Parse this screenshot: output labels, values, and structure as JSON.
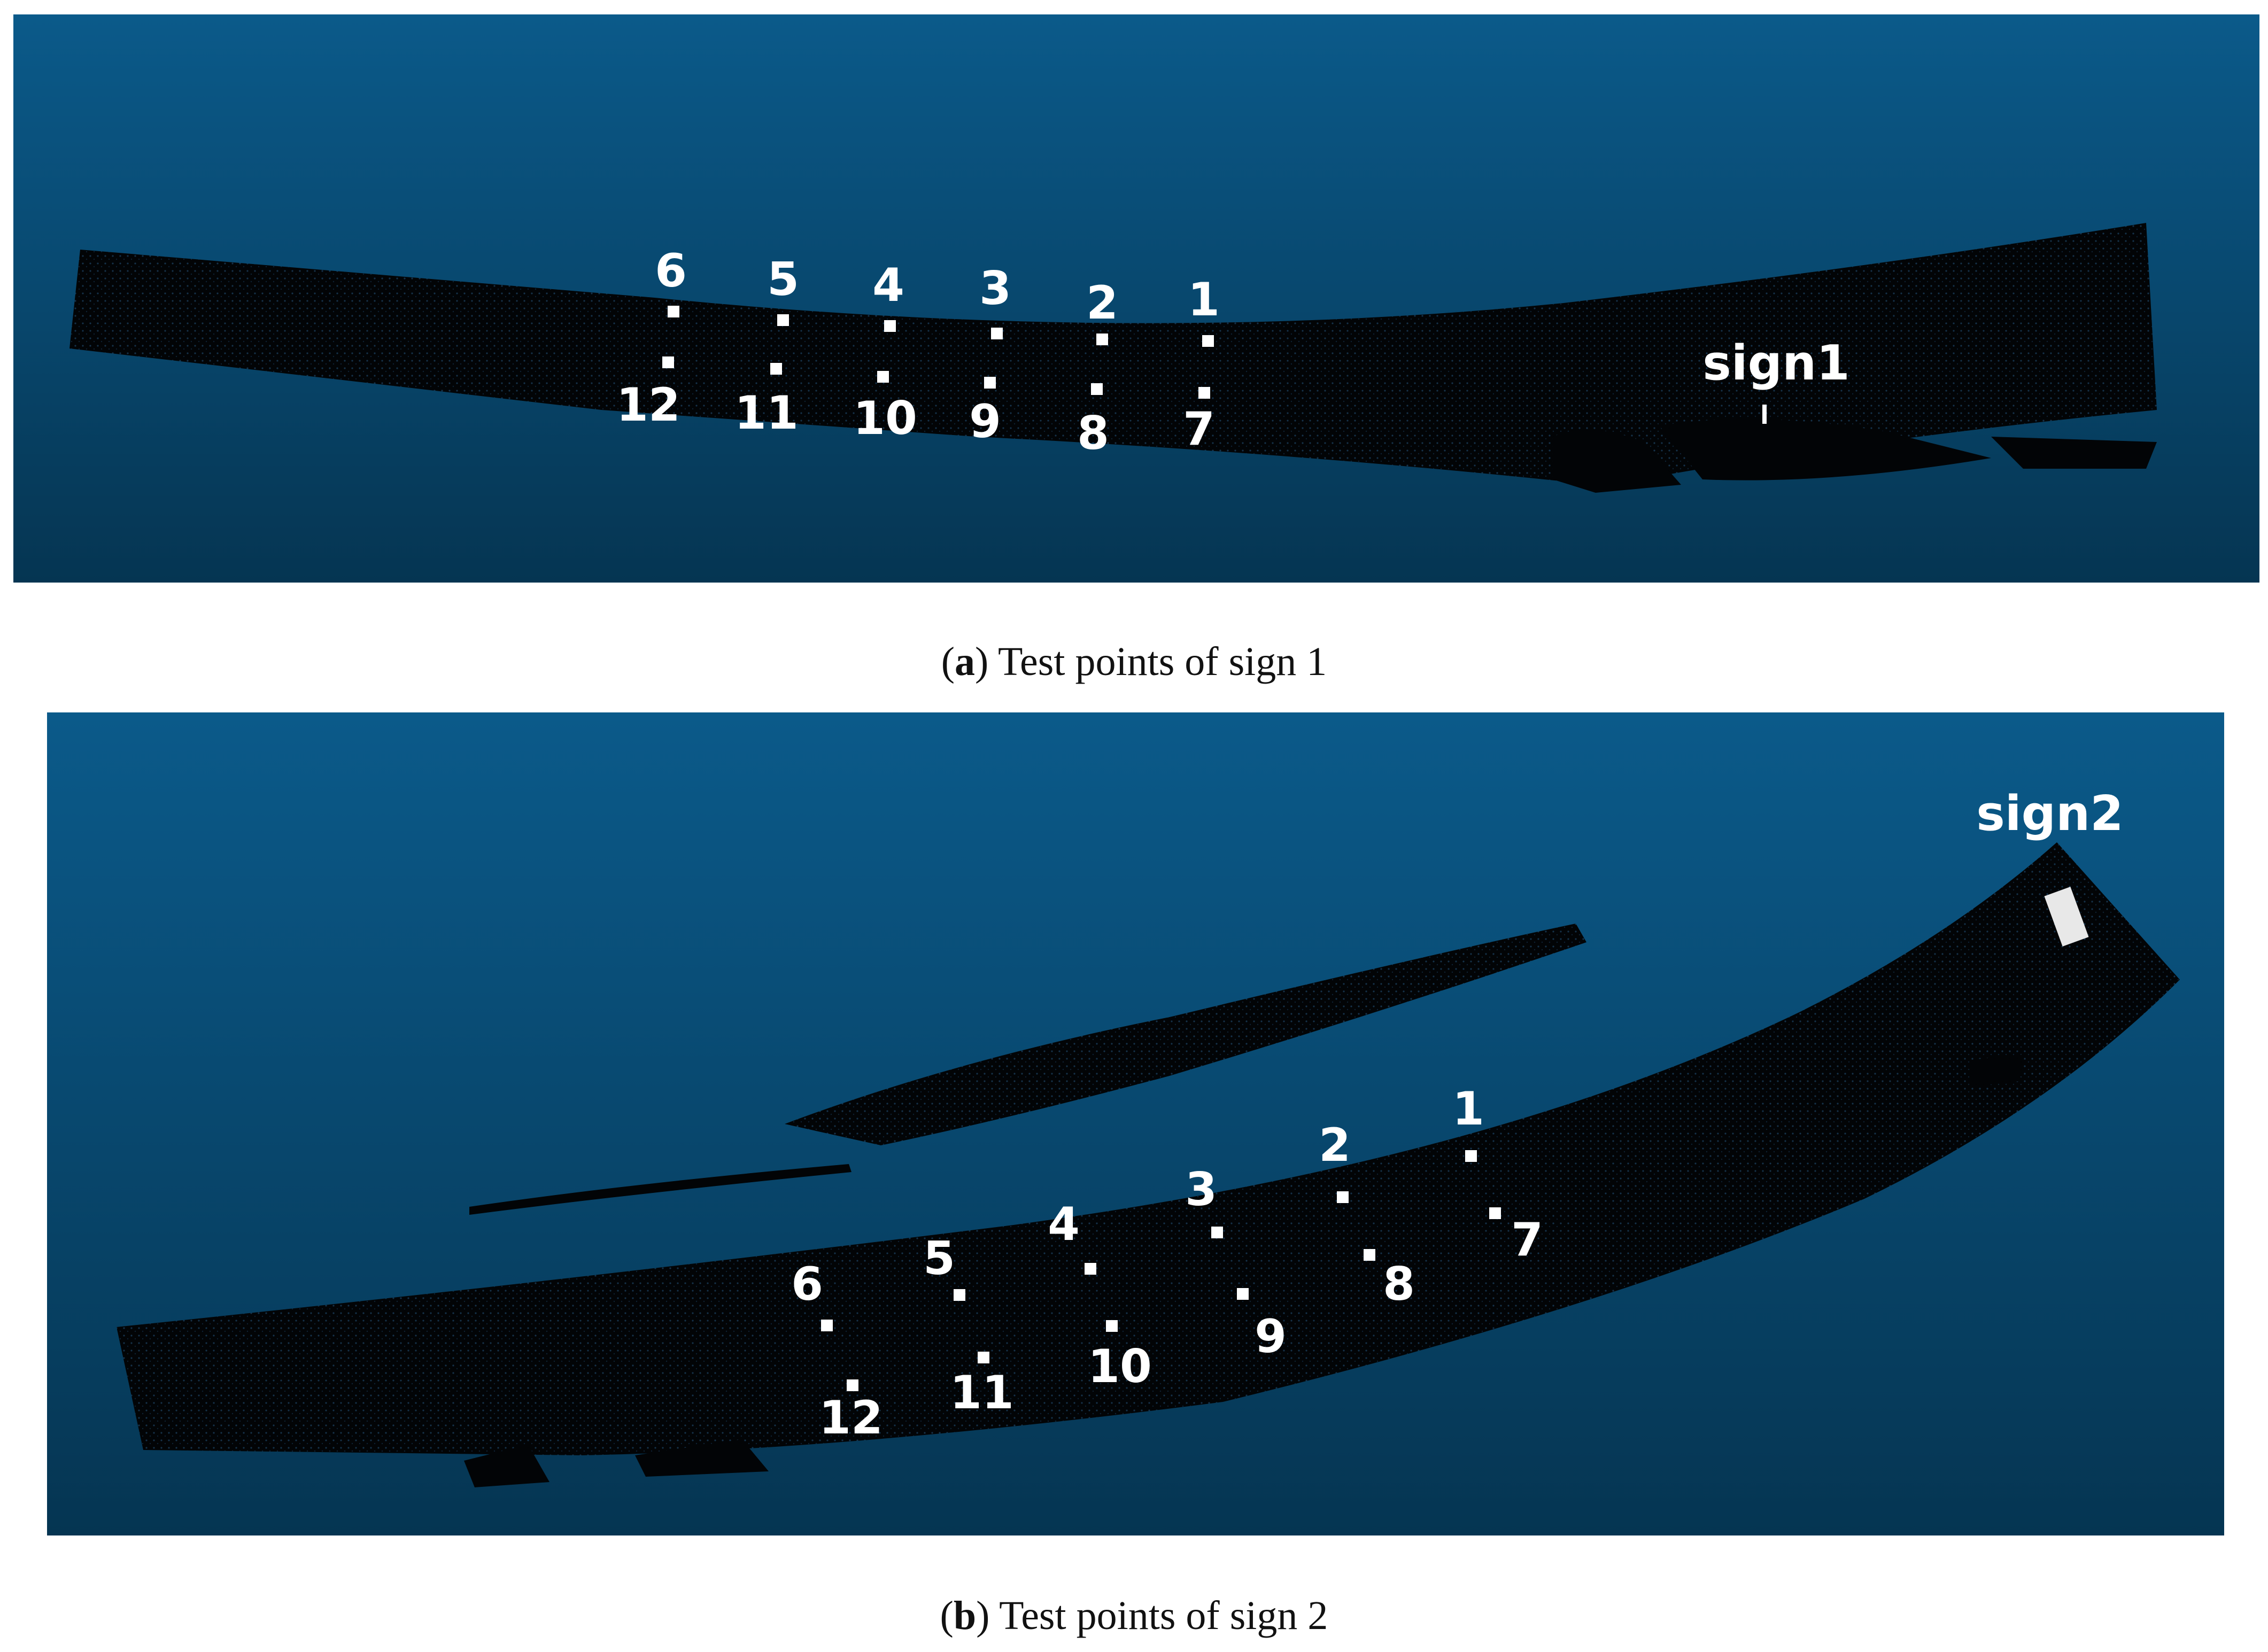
{
  "figure": {
    "panel_a": {
      "letter": "a",
      "caption_rest": "Test points of sign 1",
      "sign_label": "sign1",
      "points": [
        {
          "label": "1",
          "pos": "upper"
        },
        {
          "label": "2",
          "pos": "upper"
        },
        {
          "label": "3",
          "pos": "upper"
        },
        {
          "label": "4",
          "pos": "upper"
        },
        {
          "label": "5",
          "pos": "upper"
        },
        {
          "label": "6",
          "pos": "upper"
        },
        {
          "label": "7",
          "pos": "lower"
        },
        {
          "label": "8",
          "pos": "lower"
        },
        {
          "label": "9",
          "pos": "lower"
        },
        {
          "label": "10",
          "pos": "lower"
        },
        {
          "label": "11",
          "pos": "lower"
        },
        {
          "label": "12",
          "pos": "lower"
        }
      ]
    },
    "panel_b": {
      "letter": "b",
      "caption_rest": "Test points of sign 2",
      "sign_label": "sign2",
      "points": [
        {
          "label": "1"
        },
        {
          "label": "2"
        },
        {
          "label": "3"
        },
        {
          "label": "4"
        },
        {
          "label": "5"
        },
        {
          "label": "6"
        },
        {
          "label": "7"
        },
        {
          "label": "8"
        },
        {
          "label": "9"
        },
        {
          "label": "10"
        },
        {
          "label": "11"
        },
        {
          "label": "12"
        }
      ]
    }
  },
  "colors": {
    "background_top": "#0b5a8a",
    "background_bottom": "#053552",
    "road": "#020406",
    "marker": "#ffffff"
  }
}
